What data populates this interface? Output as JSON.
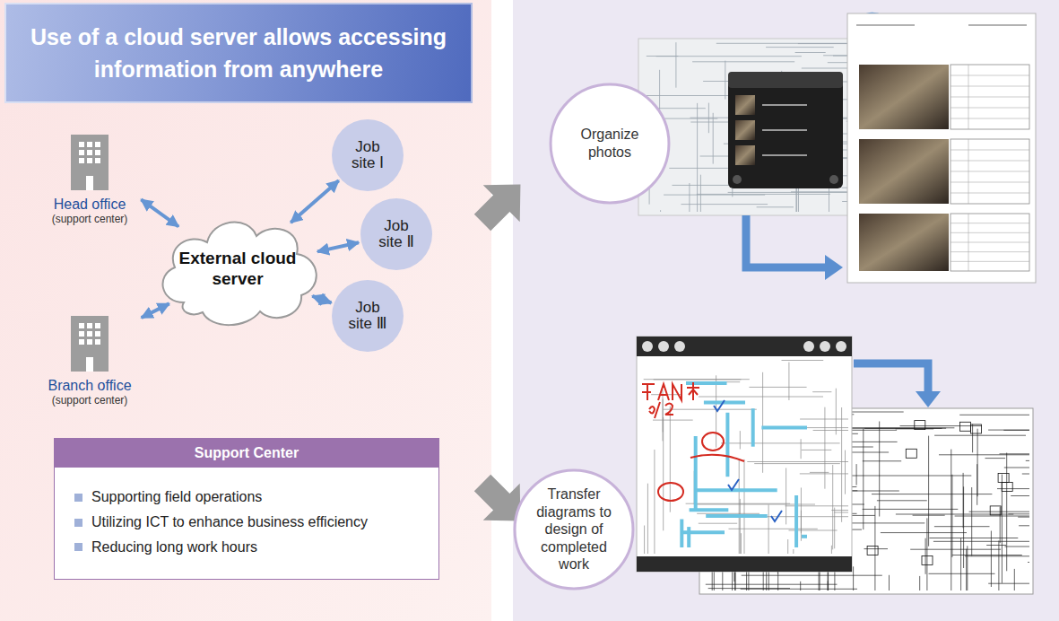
{
  "diagram": {
    "title": "Use of a cloud server allows accessing information from anywhere",
    "nodes": [
      {
        "text": [
          "Head office",
          "(support center)"
        ]
      },
      {
        "text": [
          "Branch office",
          "(support center)"
        ]
      },
      {
        "text": [
          "External cloud server"
        ]
      },
      {
        "text": [
          "Job site Ⅰ"
        ]
      },
      {
        "text": [
          "Job site Ⅱ"
        ]
      },
      {
        "text": [
          "Job site Ⅲ"
        ]
      },
      {
        "text": [
          "Support Center",
          "Supporting field operations",
          "Utilizing ICT to enhance business efficiency",
          "Reducing long work hours"
        ]
      },
      {
        "text": [
          "Organize photos"
        ]
      },
      {
        "text": [
          "Transfer diagrams to design of completed work"
        ]
      }
    ],
    "edges": [
      {
        "from": 0,
        "to": 2,
        "arrow": "both"
      },
      {
        "from": 1,
        "to": 2,
        "arrow": "both"
      },
      {
        "from": 2,
        "to": 3,
        "arrow": "both"
      },
      {
        "from": 2,
        "to": 4,
        "arrow": "both"
      },
      {
        "from": 2,
        "to": 5,
        "arrow": "both"
      }
    ]
  }
}
